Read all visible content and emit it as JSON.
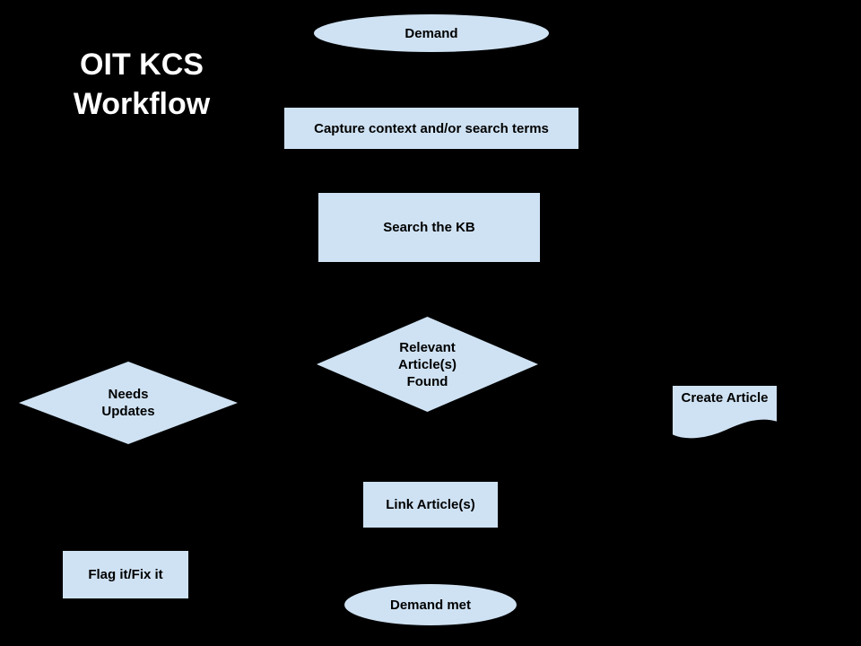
{
  "title": {
    "lines": [
      "OIT KCS",
      "Workflow"
    ]
  },
  "colors": {
    "background": "#000000",
    "node_fill": "#cfe2f3",
    "node_border": "#000000",
    "node_text": "#000000",
    "title_text": "#ffffff"
  },
  "flowchart": {
    "nodes": {
      "demand": {
        "shape": "ellipse",
        "label": "Demand"
      },
      "capture": {
        "shape": "rectangle",
        "label": "Capture context and/or search terms"
      },
      "search_kb": {
        "shape": "rectangle",
        "label": "Search the KB"
      },
      "relevant_found": {
        "shape": "diamond",
        "lines": [
          "Relevant",
          "Article(s)",
          "Found"
        ]
      },
      "needs_updates": {
        "shape": "diamond",
        "lines": [
          "Needs",
          "Updates"
        ]
      },
      "create_article": {
        "shape": "document",
        "lines": [
          "Create",
          "Article"
        ]
      },
      "link_articles": {
        "shape": "rectangle",
        "label": "Link Article(s)"
      },
      "flag_fix": {
        "shape": "rectangle",
        "label": "Flag it/Fix it"
      },
      "demand_met": {
        "shape": "ellipse",
        "label": "Demand met"
      }
    }
  }
}
